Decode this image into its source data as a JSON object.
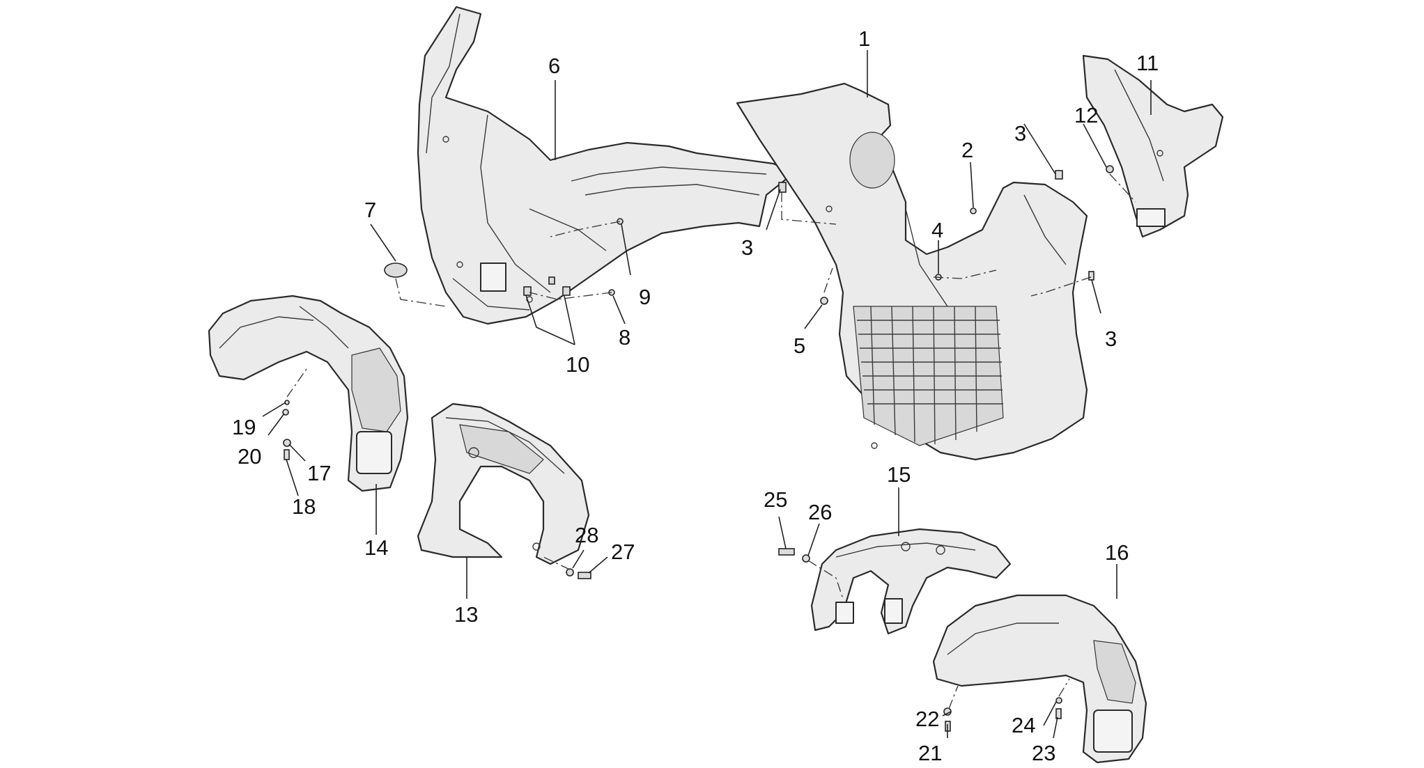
{
  "callouts": [
    {
      "id": "c1",
      "text": "1"
    },
    {
      "id": "c2",
      "text": "2"
    },
    {
      "id": "c3a",
      "text": "3"
    },
    {
      "id": "c3b",
      "text": "3"
    },
    {
      "id": "c3c",
      "text": "3"
    },
    {
      "id": "c4",
      "text": "4"
    },
    {
      "id": "c5",
      "text": "5"
    },
    {
      "id": "c6",
      "text": "6"
    },
    {
      "id": "c7",
      "text": "7"
    },
    {
      "id": "c8",
      "text": "8"
    },
    {
      "id": "c9",
      "text": "9"
    },
    {
      "id": "c10",
      "text": "10"
    },
    {
      "id": "c11",
      "text": "11"
    },
    {
      "id": "c12",
      "text": "12"
    },
    {
      "id": "c13",
      "text": "13"
    },
    {
      "id": "c14",
      "text": "14"
    },
    {
      "id": "c15",
      "text": "15"
    },
    {
      "id": "c16",
      "text": "16"
    },
    {
      "id": "c17",
      "text": "17"
    },
    {
      "id": "c18",
      "text": "18"
    },
    {
      "id": "c19",
      "text": "19"
    },
    {
      "id": "c20",
      "text": "20"
    },
    {
      "id": "c21",
      "text": "21"
    },
    {
      "id": "c22",
      "text": "22"
    },
    {
      "id": "c23",
      "text": "23"
    },
    {
      "id": "c24",
      "text": "24"
    },
    {
      "id": "c25",
      "text": "25"
    },
    {
      "id": "c26",
      "text": "26"
    },
    {
      "id": "c27",
      "text": "27"
    },
    {
      "id": "c28",
      "text": "28"
    }
  ]
}
